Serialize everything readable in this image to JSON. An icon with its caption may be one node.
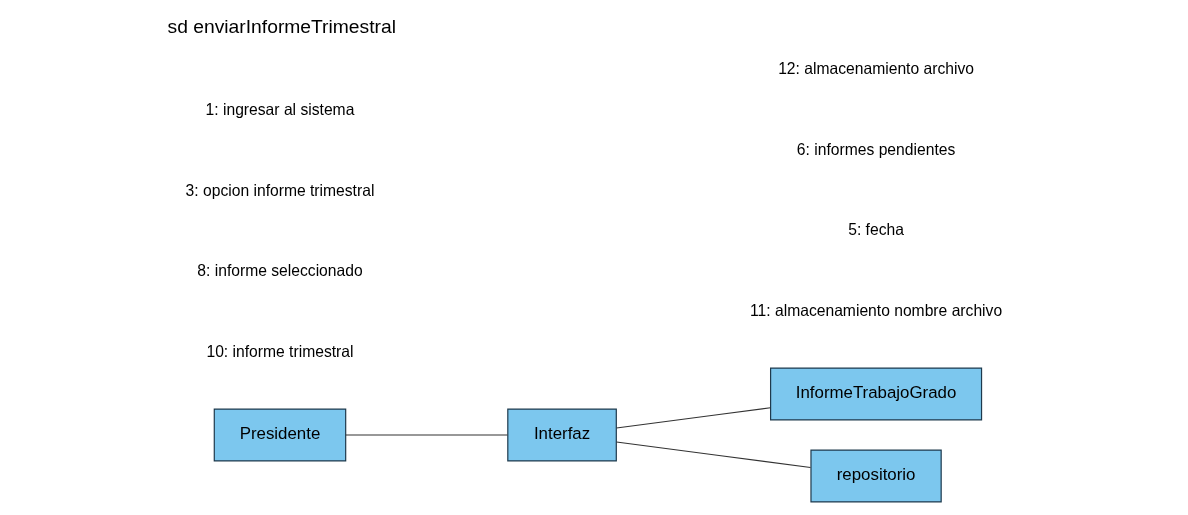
{
  "diagram": {
    "title": "sd enviarInformeTrimestral",
    "nodes": [
      {
        "text": [
          "Presidente"
        ]
      },
      {
        "text": [
          "Interfaz"
        ]
      },
      {
        "text": [
          "InformeTrabajoGrado"
        ]
      },
      {
        "text": [
          "repositorio"
        ]
      }
    ],
    "edges": [
      {
        "from": 0,
        "to": 1,
        "arrow": "none"
      },
      {
        "from": 1,
        "to": 2,
        "arrow": "none"
      },
      {
        "from": 1,
        "to": 3,
        "arrow": "none"
      }
    ],
    "labels": [
      "10: informe trimestral",
      "8: informe seleccionado",
      "3: opcion informe trimestral",
      "1: ingresar al sistema",
      "11: almacenamiento nombre archivo",
      "5: fecha",
      "6: informes pendientes",
      "12: almacenamiento archivo"
    ]
  }
}
